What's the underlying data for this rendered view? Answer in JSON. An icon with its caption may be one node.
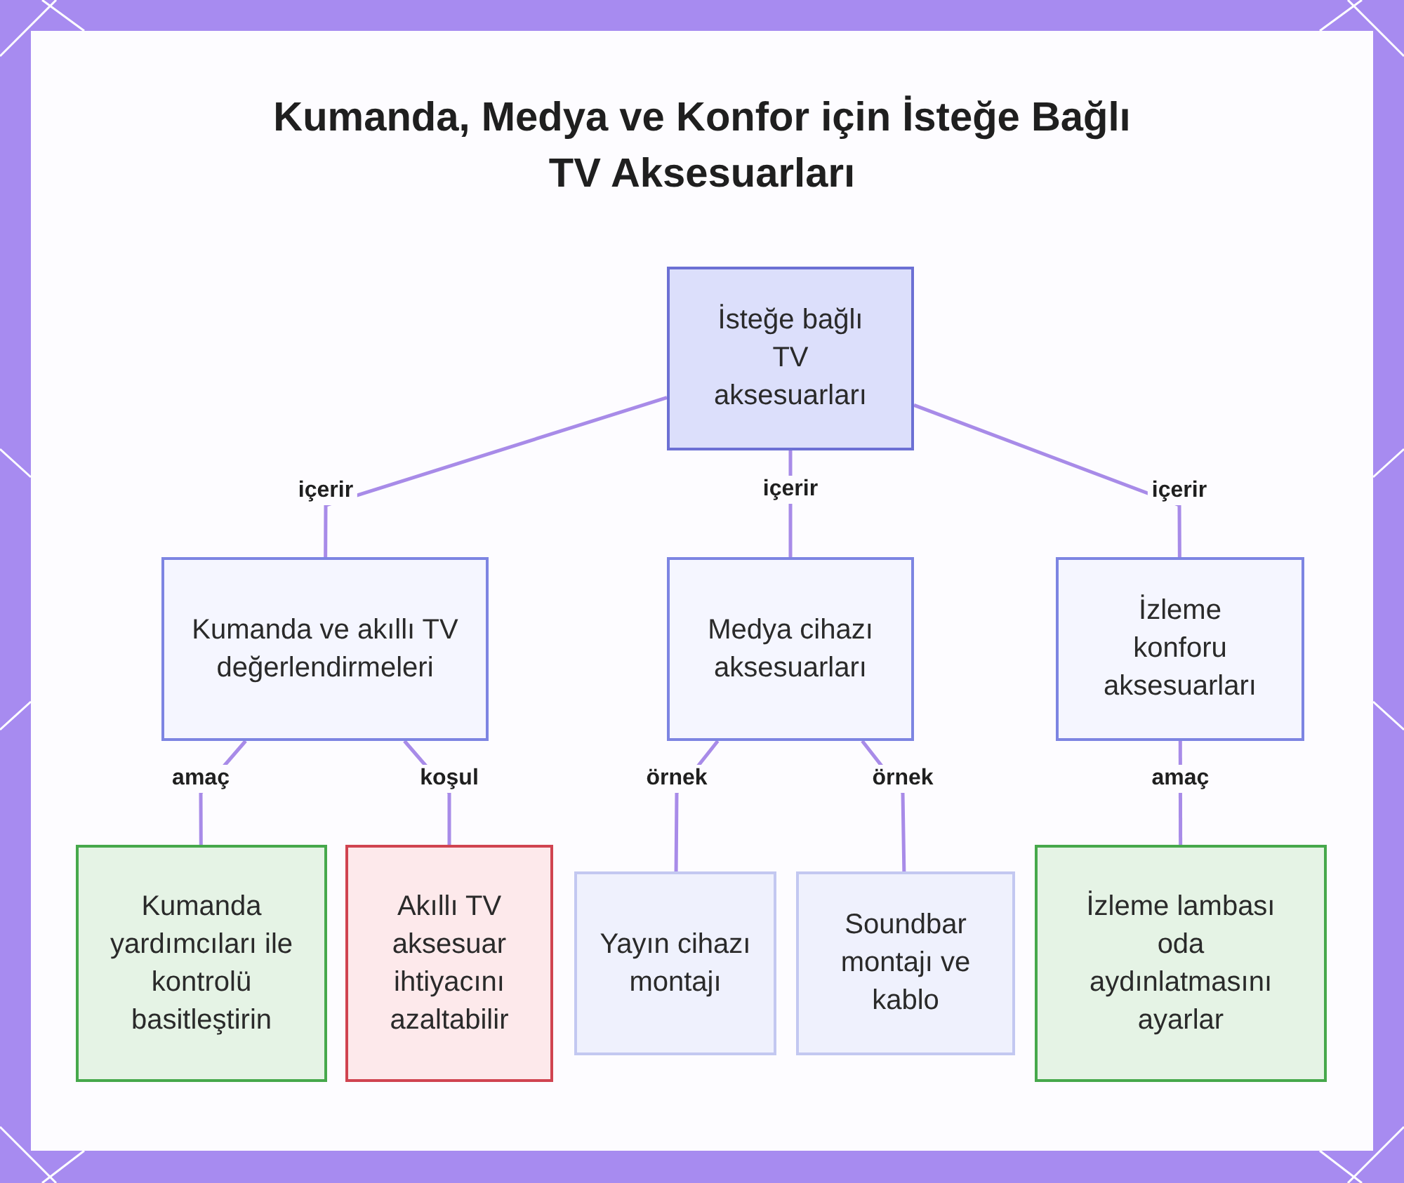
{
  "diagram": {
    "title": "Kumanda, Medya ve Konfor için İsteğe Bağlı TV Aksesuarları",
    "nodes": [
      {
        "text": [
          "İsteğe bağlı TV aksesuarları"
        ]
      },
      {
        "text": [
          "Kumanda ve akıllı TV değerlendirmeleri"
        ]
      },
      {
        "text": [
          "Medya cihazı aksesuarları"
        ]
      },
      {
        "text": [
          "İzleme konforu aksesuarları"
        ]
      },
      {
        "text": [
          "Kumanda yardımcıları ile kontrolü basitleştirin"
        ]
      },
      {
        "text": [
          "Akıllı TV aksesuar ihtiyacını azaltabilir"
        ]
      },
      {
        "text": [
          "Yayın cihazı montajı"
        ]
      },
      {
        "text": [
          "Soundbar montajı ve kablo"
        ]
      },
      {
        "text": [
          "İzleme lambası oda aydınlatmasını ayarlar"
        ]
      }
    ],
    "edges": [
      {
        "from": 0,
        "to": 1,
        "arrow": "none",
        "label": "içerir"
      },
      {
        "from": 0,
        "to": 2,
        "arrow": "none",
        "label": "içerir"
      },
      {
        "from": 0,
        "to": 3,
        "arrow": "none",
        "label": "içerir"
      },
      {
        "from": 1,
        "to": 4,
        "arrow": "none",
        "label": "amaç"
      },
      {
        "from": 1,
        "to": 5,
        "arrow": "none",
        "label": "koşul"
      },
      {
        "from": 2,
        "to": 6,
        "arrow": "none",
        "label": "örnek"
      },
      {
        "from": 2,
        "to": 7,
        "arrow": "none",
        "label": "örnek"
      },
      {
        "from": 3,
        "to": 8,
        "arrow": "none",
        "label": "amaç"
      }
    ]
  }
}
